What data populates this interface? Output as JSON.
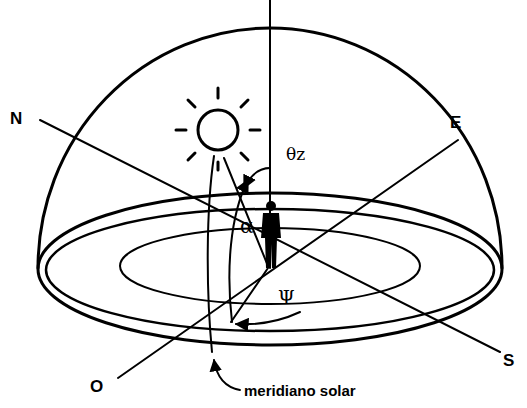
{
  "diagram": {
    "labels": [
      "N",
      "E",
      "θz",
      "α",
      "Ψ",
      "S",
      "O",
      "meridiano solar"
    ]
  }
}
